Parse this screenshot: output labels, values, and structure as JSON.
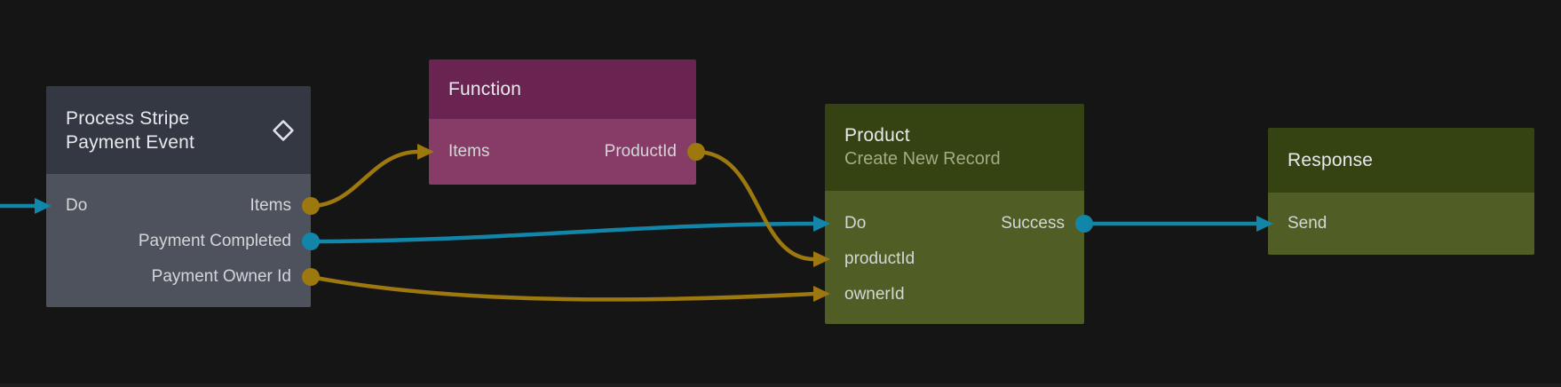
{
  "app": {
    "view": "workflow-canvas"
  },
  "colors": {
    "background": "#151516",
    "edge_teal": "#1186a8",
    "edge_gold": "#9c780f",
    "stripe_header": "#343842",
    "stripe_body": "#4e525c",
    "function_header": "#6a2452",
    "function_body": "#873b67",
    "green_header": "#354211",
    "green_body": "#505e26",
    "title_text": "#e7e9ec",
    "subtitle_text": "#a2ac85",
    "port_text": "#d4d6d9",
    "diamond_icon_stroke": "#dfe2e6"
  },
  "nodes": [
    {
      "id": "process-stripe-payment-event",
      "title_line1": "Process Stripe",
      "title_line2": "Payment Event",
      "icon": "diamond-icon",
      "ports": {
        "in_do": "Do",
        "out_items": "Items",
        "out_payment_completed": "Payment Completed",
        "out_payment_owner_id": "Payment Owner Id"
      }
    },
    {
      "id": "function",
      "title": "Function",
      "ports": {
        "in_items": "Items",
        "out_productid": "ProductId"
      }
    },
    {
      "id": "product",
      "title": "Product",
      "subtitle": "Create New Record",
      "ports": {
        "in_do": "Do",
        "out_success": "Success",
        "in_productid": "productId",
        "in_ownerid": "ownerId"
      }
    },
    {
      "id": "response",
      "title": "Response",
      "ports": {
        "in_send": "Send"
      }
    }
  ],
  "edges": [
    {
      "from": "canvas-left",
      "to": "process-stripe-payment-event.Do",
      "color": "teal"
    },
    {
      "from": "process-stripe-payment-event.Items",
      "to": "function.Items",
      "color": "gold"
    },
    {
      "from": "process-stripe-payment-event.Payment Completed",
      "to": "product.Do",
      "color": "teal"
    },
    {
      "from": "process-stripe-payment-event.Payment Owner Id",
      "to": "product.ownerId",
      "color": "gold"
    },
    {
      "from": "function.ProductId",
      "to": "product.productId",
      "color": "gold"
    },
    {
      "from": "product.Success",
      "to": "response.Send",
      "color": "teal"
    }
  ]
}
